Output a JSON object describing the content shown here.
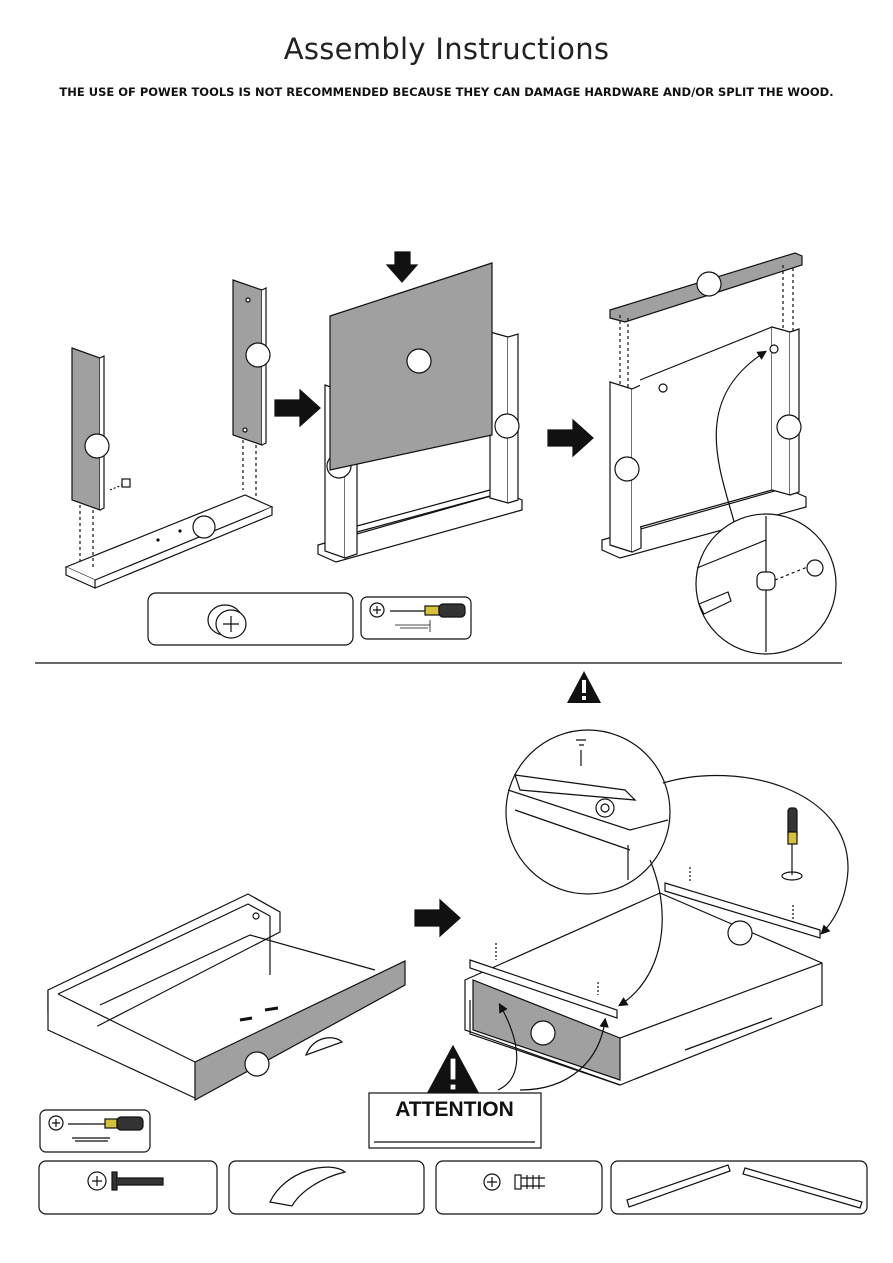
{
  "header": {
    "title": "Assembly Instructions",
    "warning": "THE USE OF POWER TOOLS IS NOT RECOMMENDED BECAUSE THEY CAN DAMAGE HARDWARE AND/OR SPLIT THE WOOD."
  },
  "step2": {
    "attention_label": "ATTENTION"
  },
  "icons": {
    "cam_lock": "cam-lock-icon",
    "screwdriver": "phillips-screwdriver-icon",
    "screw": "screw-icon",
    "handle": "drawer-handle-icon",
    "slide_screw": "slide-screw-icon",
    "rails": "drawer-rail-pair-icon",
    "warning": "warning-triangle-icon",
    "arrow": "arrow-right-icon"
  },
  "colors": {
    "panel_gray": "#a0a0a0",
    "line": "#111111",
    "screwdriver_handle": "#d6c23a"
  }
}
